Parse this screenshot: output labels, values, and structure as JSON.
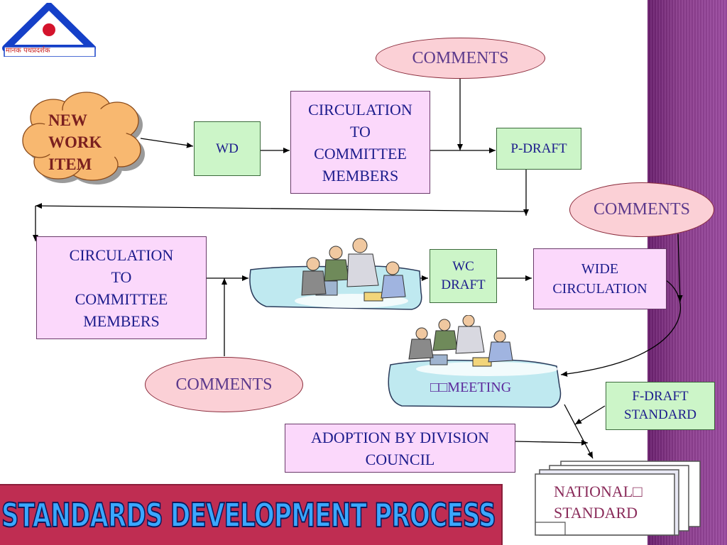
{
  "logo": {
    "text": "मानक पथप्रदर्शक"
  },
  "nodes": {
    "comments_top": "COMMENTS",
    "new_work_item": "NEW\nWORK\nITEM",
    "wd": "WD",
    "circulation_top": "CIRCULATION\nTO\nCOMMITTEE\nMEMBERS",
    "p_draft": "P-DRAFT",
    "comments_right": "COMMENTS",
    "circulation_left": "CIRCULATION\nTO\nCOMMITTEE\nMEMBERS",
    "wc_draft": "WC\nDRAFT",
    "wide_circulation": "WIDE\nCIRCULATION",
    "comments_bottom": "COMMENTS",
    "meeting": "□□MEETING",
    "f_draft_standard": "F-DRAFT\nSTANDARD",
    "adoption": "ADOPTION BY DIVISION\nCOUNCIL",
    "national_standard": "NATIONAL□\nSTANDARD"
  },
  "title": "STANDARDS DEVELOPMENT PROCESS",
  "colors": {
    "box_pink": "#fbd8fb",
    "box_green": "#ccf5c8",
    "oval": "#fbd0d6",
    "cloud": "#f8b870",
    "banner": "#bf2d52",
    "sidebar": "#8a3c8c",
    "text": "#1c1c8c"
  }
}
